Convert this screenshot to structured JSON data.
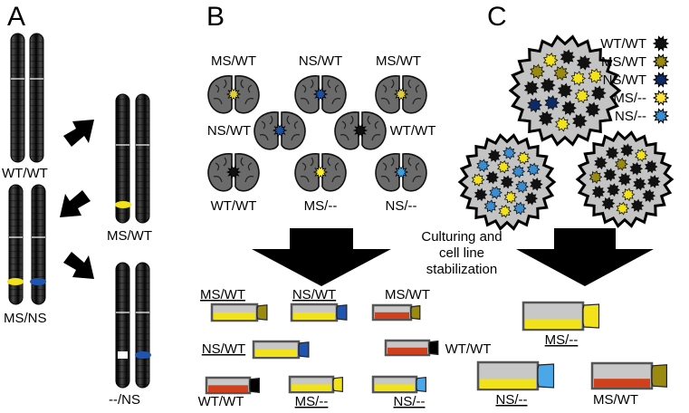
{
  "panels": {
    "a": "A",
    "b": "B",
    "c": "C"
  },
  "panel_a": {
    "labels": {
      "wt_wt": "WT/WT",
      "ms_wt": "MS/WT",
      "ms_ns": "MS/NS",
      "ko_ns": "--/NS"
    }
  },
  "panel_b": {
    "brains": [
      {
        "label": "MS/WT",
        "dot": "#e0cf3a"
      },
      {
        "label": "NS/WT",
        "dot": "#1f4fa0"
      },
      {
        "label": "MS/WT",
        "dot": "#e0cf3a"
      },
      {
        "label": "NS/WT",
        "dot": "#1f4fa0"
      },
      {
        "label": "WT/WT",
        "dot": "#111111"
      },
      {
        "label": "WT/WT",
        "dot": "#111111"
      },
      {
        "label": "MS/--",
        "dot": "#ffee2a"
      },
      {
        "label": "NS/--",
        "dot": "#3a9ee0"
      }
    ],
    "flasks": [
      {
        "label": "MS/WT",
        "underline": true
      },
      {
        "label": "NS/WT",
        "underline": true
      },
      {
        "label": "MS/WT",
        "underline": false
      },
      {
        "label": "NS/WT",
        "underline": true
      },
      {
        "label": "WT/WT",
        "underline": false
      },
      {
        "label": "WT/WT",
        "underline": false
      },
      {
        "label": "MS/--",
        "underline": true
      },
      {
        "label": "NS/--",
        "underline": true
      }
    ]
  },
  "panel_c": {
    "legend": [
      {
        "label": "WT/WT",
        "color": "#111111"
      },
      {
        "label": "MS/WT",
        "color": "#9a8a10"
      },
      {
        "label": "NS/WT",
        "color": "#0d2a66"
      },
      {
        "label": "MS/--",
        "color": "#ffe23a"
      },
      {
        "label": "NS/--",
        "color": "#3a8ed0"
      }
    ],
    "flasks": [
      {
        "label": "MS/--",
        "underline": true
      },
      {
        "label": "NS/--",
        "underline": true
      },
      {
        "label": "MS/WT",
        "underline": false
      }
    ]
  },
  "center_text": {
    "line1": "Culturing and",
    "line2": "cell line",
    "line3": "stabilization"
  },
  "colors": {
    "yellow": "#f2e21a",
    "red": "#d0401c",
    "blue": "#1f55b0",
    "lightblue": "#4aa8e8",
    "gray": "#c4c4c4"
  }
}
